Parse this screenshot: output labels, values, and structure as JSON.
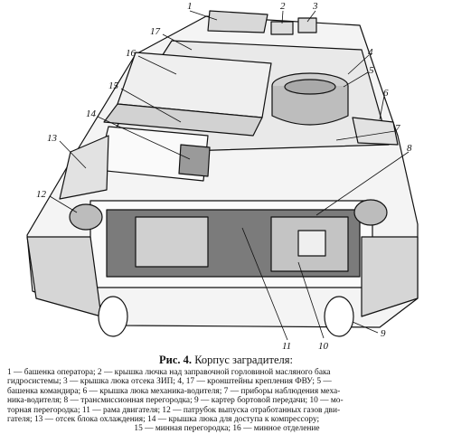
{
  "figure": {
    "callouts": [
      "1",
      "2",
      "3",
      "4",
      "5",
      "6",
      "7",
      "8",
      "9",
      "10",
      "11",
      "12",
      "13",
      "14",
      "15",
      "16",
      "17"
    ]
  },
  "caption": {
    "label": "Рис. 4.",
    "title": "Корпус заградителя:"
  },
  "legend_lines": [
    "1 — башенка оператора; 2 — крышка лючка над заправочной горловиной масляного бака",
    "гидросистемы; 3 — крышка люка отсека ЗИП; 4, 17 — кронштейны крепления ФВУ; 5 —",
    "башенка командира; 6 — крышка люка механика-водителя; 7 — приборы наблюдения меха-",
    "ника-водителя; 8 — трансмиссионная перегородка; 9 — картер бортовой передачи; 10 — мо-",
    "торная перегородка; 11 — рама двигателя; 12 — патрубок выпуска отработанных газов дви-",
    "гателя; 13 — отсек блока охлаждения; 14 — крышка люка для доступа к компрессору;",
    "15 — минная перегородка; 16 — минное отделение"
  ]
}
